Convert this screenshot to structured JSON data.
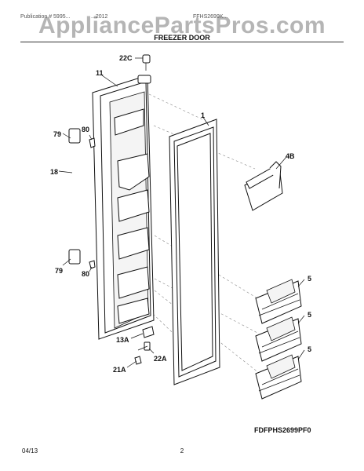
{
  "watermark": "AppliancePartsPros.com",
  "header": {
    "publication": "Publication # 5995...",
    "date": "...2012",
    "code": "FFHS2699K..."
  },
  "title": "FREEZER DOOR",
  "callouts": {
    "c22C": "22C",
    "c11": "11",
    "c1": "1",
    "c79a": "79",
    "c80a": "80",
    "c18": "18",
    "c4B": "4B",
    "c79b": "79",
    "c80b": "80",
    "c5a": "5",
    "c5b": "5",
    "c5c": "5",
    "c13A": "13A",
    "c22A": "22A",
    "c21A": "21A"
  },
  "model": "FDFPHS2699PF0",
  "footer": {
    "date": "04/13",
    "page": "2"
  }
}
